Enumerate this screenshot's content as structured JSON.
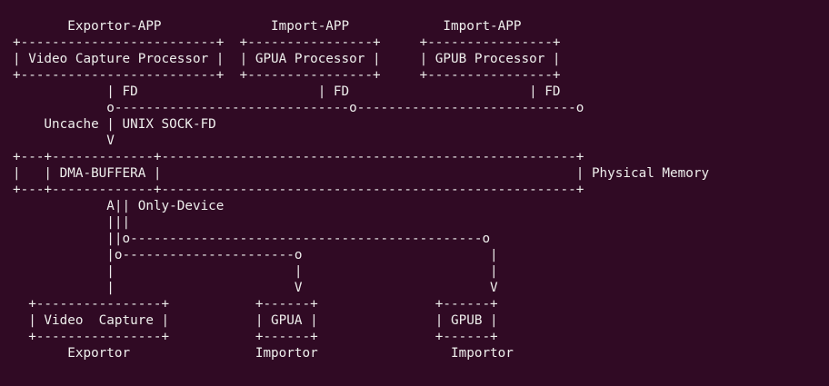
{
  "diagram": {
    "lines": [
      "       Exportor-APP              Import-APP            Import-APP",
      "+-------------------------+  +----------------+     +----------------+",
      "| Video Capture Processor |  | GPUA Processor |     | GPUB Processor |",
      "+-------------------------+  +----------------+     +----------------+",
      "            | FD                       | FD                       | FD",
      "            o------------------------------o----------------------------o",
      "    Uncache | UNIX SOCK-FD",
      "            V",
      "+---+-------------+-----------------------------------------------------+",
      "|   | DMA-BUFFERA |                                                     | Physical Memory",
      "+---+-------------+-----------------------------------------------------+",
      "            A|| Only-Device",
      "            |||",
      "            ||o---------------------------------------------o",
      "            |o----------------------o                        |",
      "            |                       |                        |",
      "            |                       V                        V",
      "  +----------------+           +------+               +------+",
      "  | Video  Capture |           | GPUA |               | GPUB |",
      "  +----------------+           +------+               +------+",
      "       Exportor                Importor                 Importor"
    ]
  }
}
